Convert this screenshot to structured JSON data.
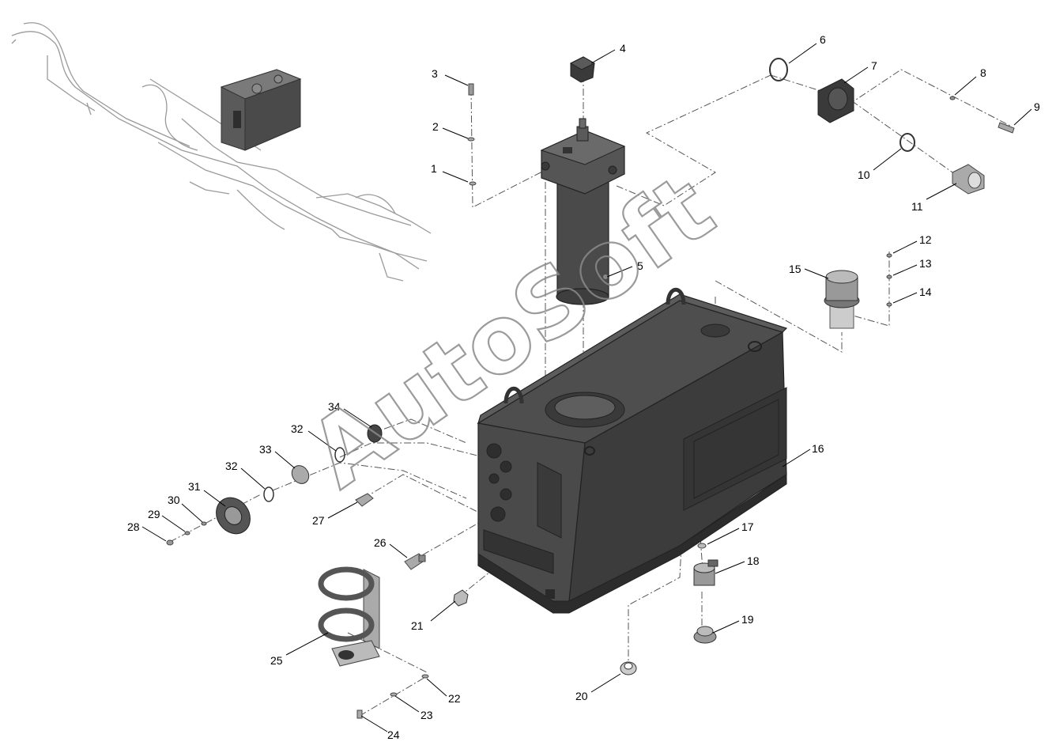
{
  "watermark": "AutoSoft",
  "callouts": [
    "1",
    "2",
    "3",
    "4",
    "5",
    "6",
    "7",
    "8",
    "9",
    "10",
    "11",
    "12",
    "13",
    "14",
    "15",
    "16",
    "17",
    "18",
    "19",
    "20",
    "21",
    "22",
    "23",
    "24",
    "25",
    "26",
    "27",
    "28",
    "29",
    "30",
    "31",
    "32",
    "32",
    "33",
    "34"
  ],
  "colors": {
    "part_fill": "#454545",
    "part_dark": "#2a2a2a",
    "part_light": "#6a6a6a",
    "wire": "#9a9a9a",
    "dash": "#555555"
  }
}
